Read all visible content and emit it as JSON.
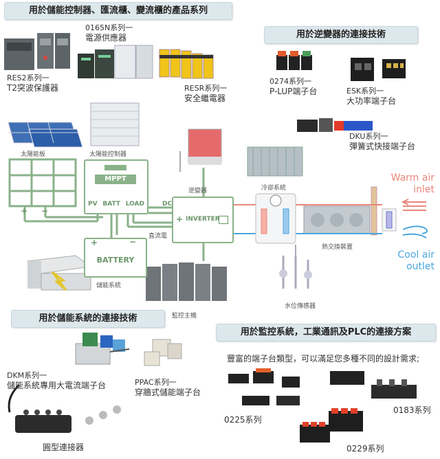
{
  "banners": {
    "storage_products": "用於儲能控制器、匯流櫃、變流櫃的產品系列",
    "inverter_tech": "用於逆變器的連接技術",
    "storage_tech": "用於儲能系統的連接技術",
    "monitor_tech": "用於監控系統，工業通訊及PLC的連接方案"
  },
  "products": {
    "res2": [
      "RES2系列一",
      "T2突波保護器"
    ],
    "n0165": [
      "0165N系列一",
      "電源供應器"
    ],
    "resr": [
      "RESR系列一",
      "安全繼電器"
    ],
    "p0274": [
      "0274系列一",
      "P-LUP端子台"
    ],
    "esk": [
      "ESK系列一",
      "大功率端子台"
    ],
    "dku": [
      "DKU系列一",
      "彈簧式快接端子台"
    ],
    "dkm": [
      "DKM系列一",
      "儲能系統專用大電流端子台"
    ],
    "ppac": [
      "PPAC系列一",
      "穿牆式儲能端子台"
    ],
    "round": "圓型連接器",
    "s0225": "0225系列",
    "s0183": "0183系列",
    "s0229": "0229系列"
  },
  "diagram": {
    "solar_panel": "太陽能板",
    "solar_controller": "太陽能控制器",
    "mppt": "MPPT",
    "terminals": [
      "PV",
      "BATT",
      "LOAD"
    ],
    "dc": "DC",
    "inverter_label": "逆變器",
    "inverter_box": "INVERTER",
    "dc_current": "直流電",
    "battery": "BATTERY",
    "storage_system": "儲能系統",
    "cooling_system": "冷卻系統",
    "heat_exchanger": "熱交換裝置",
    "water_sensor": "水位傳感器",
    "monitor_host": "監控主機",
    "warm_air": [
      "Warm air",
      "inlet"
    ],
    "cool_air": [
      "Cool air",
      "outlet"
    ]
  },
  "monitor_desc": "豐富的端子台類型，可以滿足您多種不同的設計需求;",
  "colors": {
    "green_line": "#8ab28a",
    "banner_bg": "#dde8ec",
    "warm": "#e8867a",
    "cool": "#4aa6dd"
  }
}
